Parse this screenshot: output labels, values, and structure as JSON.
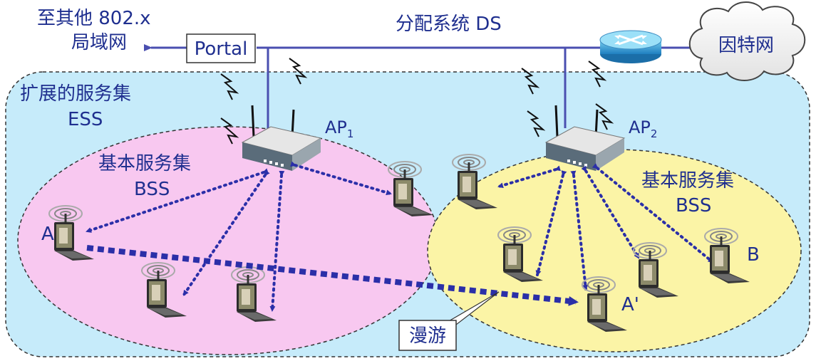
{
  "labels": {
    "other_lan_line1": "至其他 802.x",
    "other_lan_line2": "局域网",
    "portal": "Portal",
    "ds": "分配系统 DS",
    "internet": "因特网",
    "ess_line1": "扩展的服务集",
    "ess_line2": "ESS",
    "ap1_main": "AP",
    "ap1_sub": "1",
    "ap2_main": "AP",
    "ap2_sub": "2",
    "bss_left_line1": "基本服务集",
    "bss_left_line2": "BSS",
    "bss_right_line1": "基本服务集",
    "bss_right_line2": "BSS",
    "station_a": "A",
    "station_a_prime": "A'",
    "station_b": "B",
    "roaming": "漫游"
  },
  "colors": {
    "ess_fill": "#c6ebfa",
    "bss_left_fill": "#f8c8f0",
    "bss_right_fill": "#fbf4a6",
    "link": "#2b2fa8",
    "text": "#1f2f8f",
    "ds_line": "#4a4fb0"
  },
  "icons": [
    "router-icon",
    "cloud-icon",
    "access-point-icon",
    "laptop-icon",
    "lightning-icon",
    "arrow-icon"
  ]
}
